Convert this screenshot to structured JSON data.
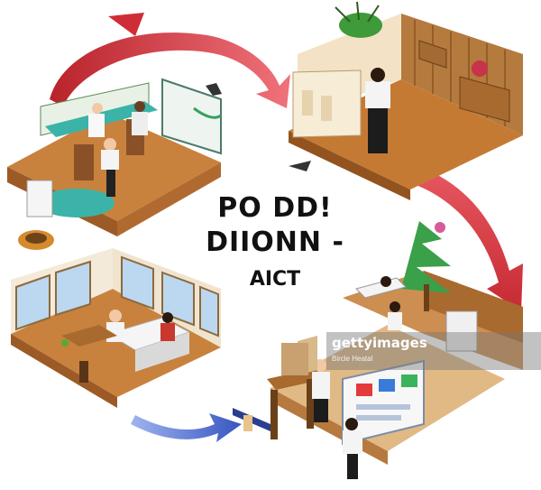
{
  "title": {
    "line1": "PO DD!",
    "line2": "DIIONN  -",
    "line3": "AICT"
  },
  "watermark": {
    "brand": "gettyimages",
    "credit": "Bircle Heatal"
  },
  "colors": {
    "arrow_red": "#d9333a",
    "arrow_blue": "#3f63c9",
    "wood": "#c8823e",
    "floor_dark": "#9c5a26",
    "wall": "#f3e2c6",
    "teal": "#3bb3a8"
  },
  "scenes": [
    {
      "name": "office-top-left"
    },
    {
      "name": "shop-top-right"
    },
    {
      "name": "classroom-bottom-left"
    },
    {
      "name": "workshop-bottom-right"
    }
  ]
}
